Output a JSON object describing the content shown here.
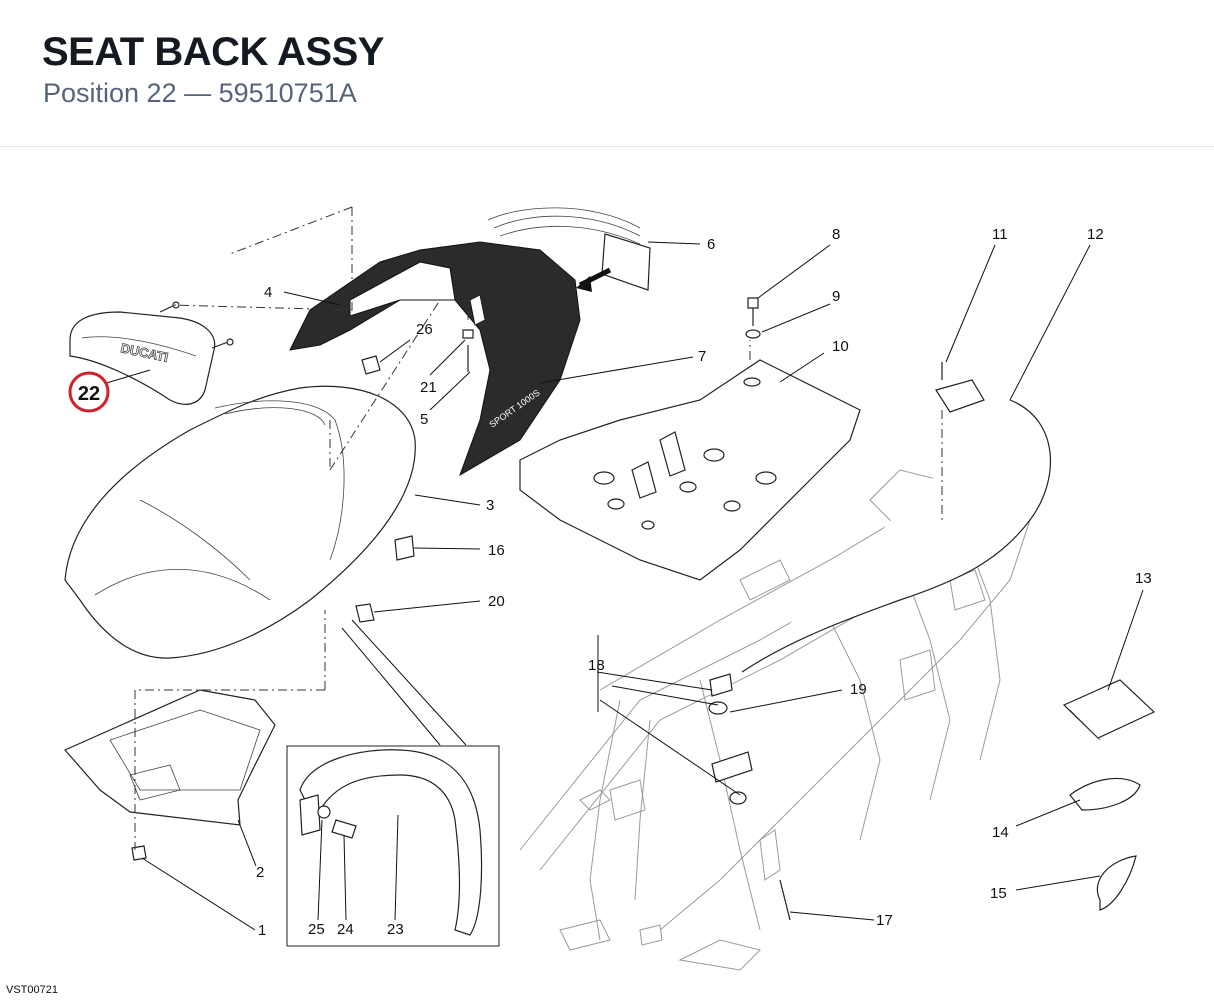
{
  "header": {
    "title": "SEAT BACK ASSY",
    "subtitle": "Position 22 — 59510751A"
  },
  "highlight": {
    "number": "22",
    "color": "#d0202a"
  },
  "callouts": {
    "c1": "1",
    "c2": "2",
    "c3": "3",
    "c4": "4",
    "c5": "5",
    "c6": "6",
    "c7": "7",
    "c8": "8",
    "c9": "9",
    "c10": "10",
    "c11": "11",
    "c12": "12",
    "c13": "13",
    "c14": "14",
    "c15": "15",
    "c16": "16",
    "c17": "17",
    "c18": "18",
    "c19": "19",
    "c20": "20",
    "c21": "21",
    "c23": "23",
    "c24": "24",
    "c25": "25",
    "c26": "26"
  },
  "part_text": {
    "logo": "DUCATI",
    "seat_print": "SPORT 1000S"
  },
  "diagram_code": "VST00721"
}
